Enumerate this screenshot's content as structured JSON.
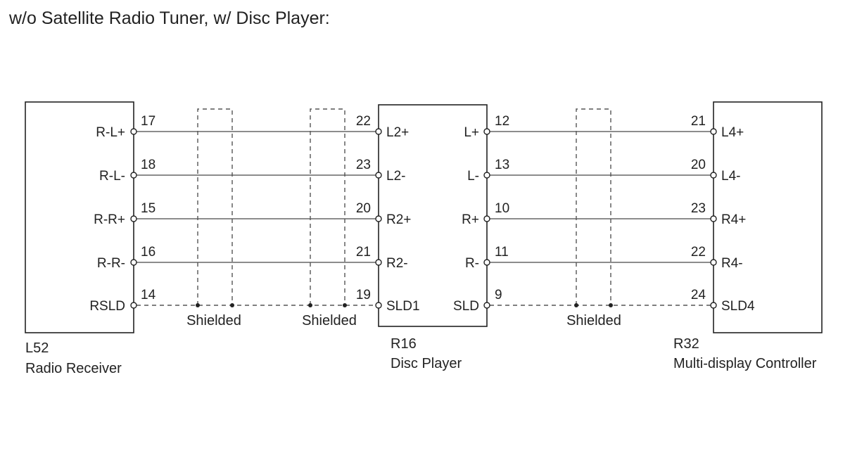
{
  "title": "w/o Satellite Radio Tuner, w/ Disc Player:",
  "colors": {
    "line": "#222222",
    "wire": "#666666"
  },
  "components": {
    "left": {
      "code": "L52",
      "name": "Radio Receiver",
      "pins": [
        "R-L+",
        "R-L-",
        "R-R+",
        "R-R-",
        "RSLD"
      ]
    },
    "middle": {
      "code": "R16",
      "name": "Disc Player",
      "pins_left": [
        "L2+",
        "L2-",
        "R2+",
        "R2-",
        "SLD1"
      ],
      "pins_right": [
        "L+",
        "L-",
        "R+",
        "R-",
        "SLD"
      ]
    },
    "right": {
      "code": "R32",
      "name": "Multi-display Controller",
      "pins": [
        "L4+",
        "L4-",
        "R4+",
        "R4-",
        "SLD4"
      ]
    }
  },
  "wires_left": [
    {
      "from_pin": "17",
      "to_pin": "22"
    },
    {
      "from_pin": "18",
      "to_pin": "23"
    },
    {
      "from_pin": "15",
      "to_pin": "20"
    },
    {
      "from_pin": "16",
      "to_pin": "21"
    },
    {
      "from_pin": "14",
      "to_pin": "19"
    }
  ],
  "wires_right": [
    {
      "from_pin": "12",
      "to_pin": "21"
    },
    {
      "from_pin": "13",
      "to_pin": "20"
    },
    {
      "from_pin": "10",
      "to_pin": "23"
    },
    {
      "from_pin": "11",
      "to_pin": "22"
    },
    {
      "from_pin": "9",
      "to_pin": "24"
    }
  ],
  "shield_labels": [
    "Shielded",
    "Shielded",
    "Shielded"
  ]
}
